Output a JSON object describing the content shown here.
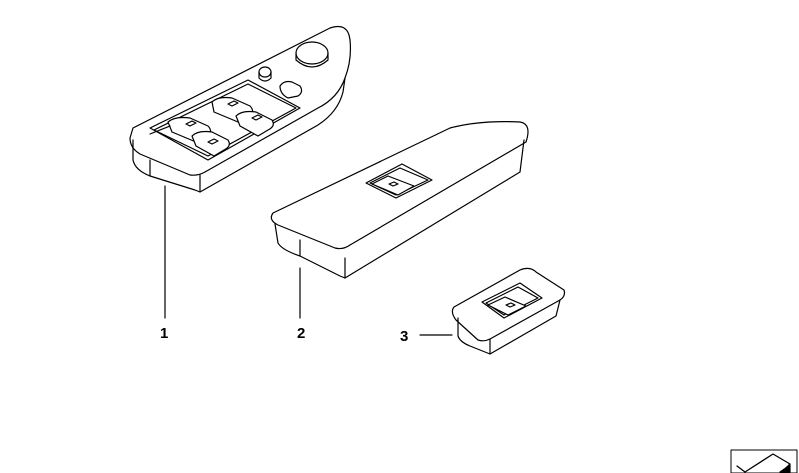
{
  "diagram": {
    "type": "parts-diagram",
    "parts": [
      {
        "id": "1",
        "label": "1",
        "description": "driver-window-switch-panel"
      },
      {
        "id": "2",
        "label": "2",
        "description": "passenger-window-switch-panel"
      },
      {
        "id": "3",
        "label": "3",
        "description": "single-window-switch"
      }
    ],
    "corner_icon": "parts-box-icon",
    "colors": {
      "line": "#000000",
      "background": "#ffffff"
    }
  }
}
